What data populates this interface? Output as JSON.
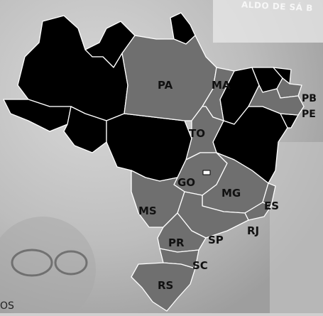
{
  "background": {
    "caption": "ALDO DE SÁ B"
  },
  "footer": {
    "text": "OS"
  },
  "colors": {
    "highlighted_state": "#6f6f6f",
    "other_state": "#000000",
    "state_border": "#ffffff",
    "label_text": "#111111"
  },
  "map": {
    "highlighted_states": [
      {
        "abbr": "PA"
      },
      {
        "abbr": "MA"
      },
      {
        "abbr": "TO"
      },
      {
        "abbr": "GO"
      },
      {
        "abbr": "MG"
      },
      {
        "abbr": "MS"
      },
      {
        "abbr": "ES"
      },
      {
        "abbr": "RJ"
      },
      {
        "abbr": "SP"
      },
      {
        "abbr": "PR"
      },
      {
        "abbr": "SC"
      },
      {
        "abbr": "RS"
      },
      {
        "abbr": "PB"
      },
      {
        "abbr": "PE"
      }
    ]
  }
}
